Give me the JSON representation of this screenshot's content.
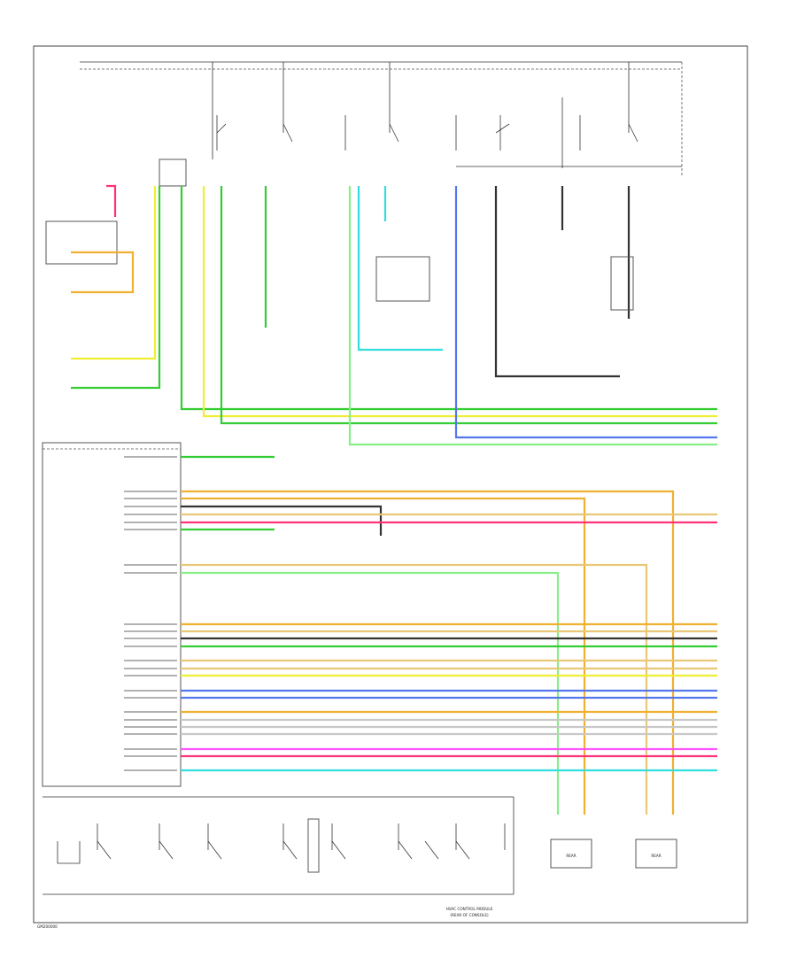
{
  "footer": {
    "code": "GM200000"
  },
  "components": {
    "bottom_note_line1": "HVAC CONTROL MODULE",
    "bottom_note_line2": "(REAR OF CONSOLE)",
    "fan_a": "REAR",
    "fan_b": "REAR"
  },
  "colors": {
    "green": "#33cc33",
    "yellow": "#eeee33",
    "orange": "#f0b030",
    "pink": "#ff3377",
    "cyan": "#33dddd",
    "blue": "#5577ee",
    "gray": "#c8c8c8",
    "magenta": "#ff55ff",
    "light_green": "#88ee88",
    "tan": "#e8c878",
    "black": "#333333"
  }
}
